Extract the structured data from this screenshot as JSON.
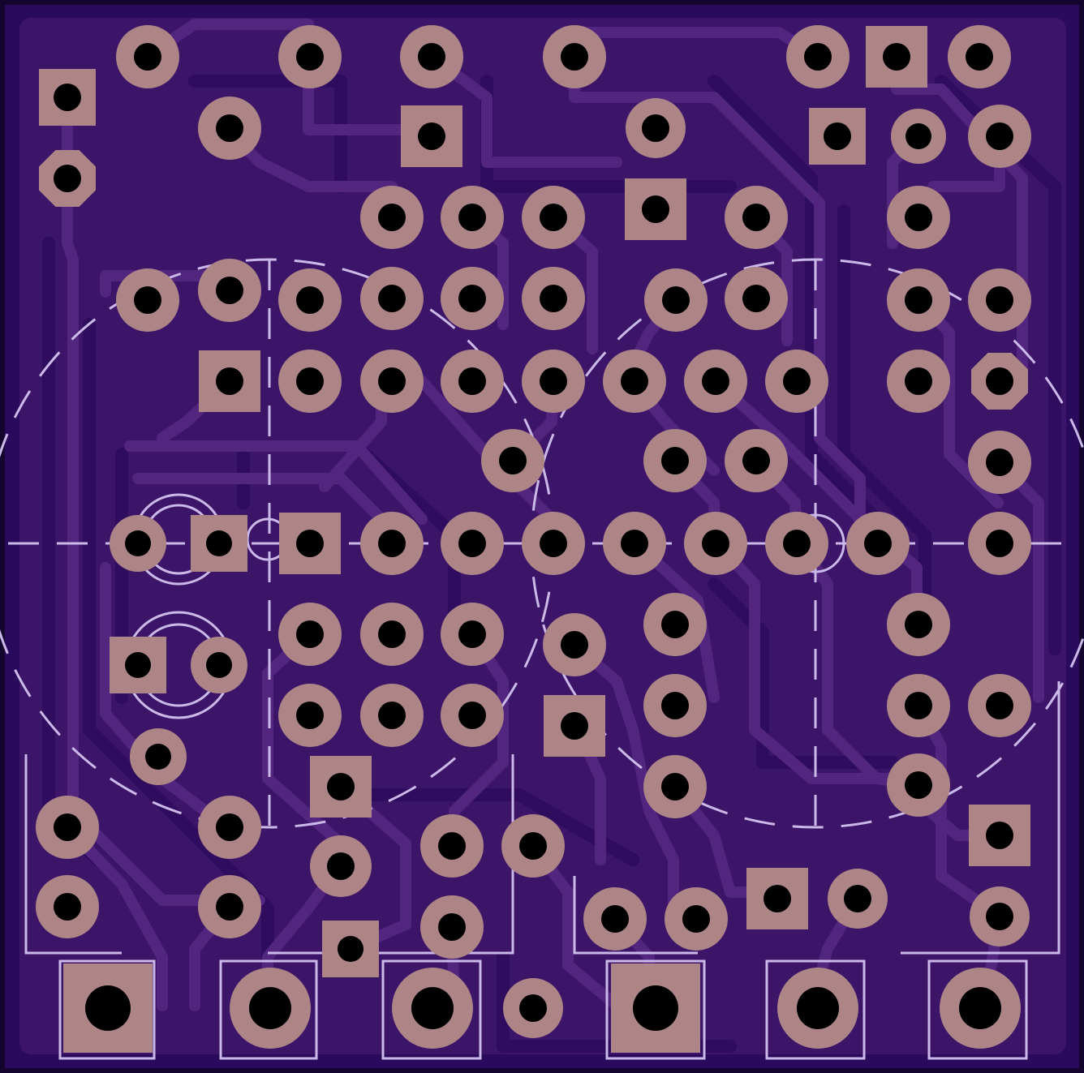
{
  "board": {
    "colors": {
      "substrate": "#2a0a5c",
      "edge": "#14052e",
      "copper_fill": "#3c1468",
      "trace": "#52257f",
      "trace_gap": "#2f0c5e",
      "pad": "#ae8587",
      "drill": "#000000",
      "silk": "#cbb9e9"
    },
    "pad_rows": [
      "row-1",
      "row-2",
      "row-3",
      "row-4",
      "row-5",
      "row-6",
      "row-7"
    ]
  }
}
